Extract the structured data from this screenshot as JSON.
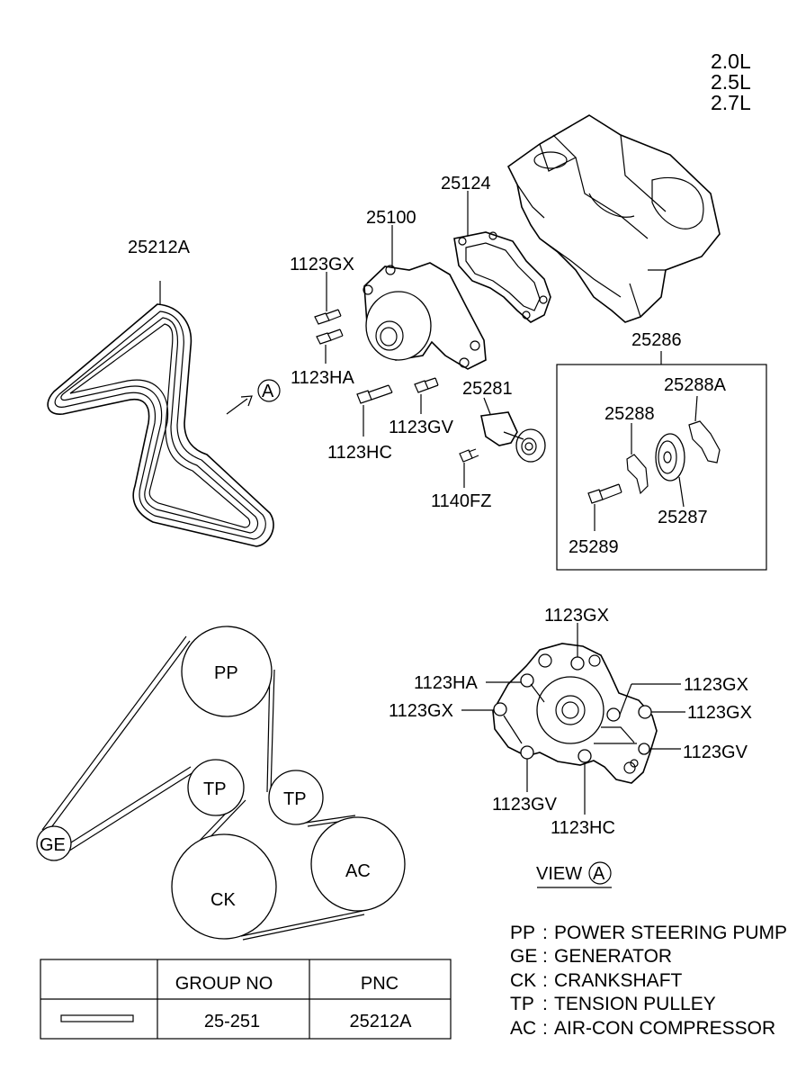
{
  "engine_versions": [
    "2.0L",
    "2.5L",
    "2.7L"
  ],
  "exploded_view": {
    "labels": {
      "belt": "25212A",
      "water_pump": "25100",
      "gasket": "25124",
      "bolt_gx": "1123GX",
      "bolt_ha": "1123HA",
      "bolt_hc": "1123HC",
      "bolt_gv": "1123GV",
      "tensioner": "25281",
      "bolt_fz": "1140FZ",
      "view_marker": "A"
    },
    "tensioner_kit": {
      "label": "25286",
      "parts": {
        "bracket_a": "25288A",
        "bracket": "25288",
        "pulley": "25287",
        "bolt": "25289"
      }
    }
  },
  "belt_routing": {
    "pulleys": [
      {
        "code": "PP"
      },
      {
        "code": "TP"
      },
      {
        "code": "TP"
      },
      {
        "code": "GE"
      },
      {
        "code": "CK"
      },
      {
        "code": "AC"
      }
    ]
  },
  "view_a": {
    "title": "VIEW",
    "marker": "A",
    "bolt_labels": {
      "top_gx": "1123GX",
      "ha": "1123HA",
      "left_gx": "1123GX",
      "right_gx_upper": "1123GX",
      "right_gx": "1123GX",
      "right_gv": "1123GV",
      "bottom_gv": "1123GV",
      "bottom_hc": "1123HC"
    }
  },
  "legend": [
    {
      "code": "PP",
      "sep": ":",
      "text": "POWER STEERING PUMP"
    },
    {
      "code": "GE",
      "sep": ":",
      "text": "GENERATOR"
    },
    {
      "code": "CK",
      "sep": ":",
      "text": "CRANKSHAFT"
    },
    {
      "code": "TP",
      "sep": ":",
      "text": "TENSION PULLEY"
    },
    {
      "code": "AC",
      "sep": ":",
      "text": "AIR-CON COMPRESSOR"
    }
  ],
  "parts_table": {
    "headers": [
      "",
      "GROUP NO",
      "PNC"
    ],
    "row": {
      "group_no": "25-251",
      "pnc": "25212A"
    }
  }
}
